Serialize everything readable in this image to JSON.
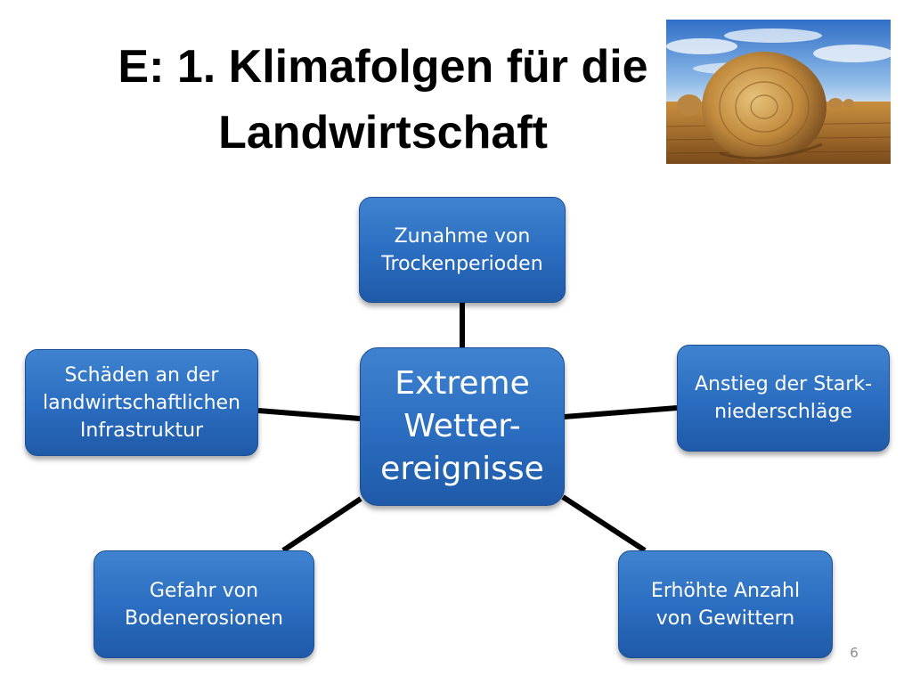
{
  "slide": {
    "title": "E: 1. Klimafolgen für die\nLandwirtschaft",
    "page_number": "6"
  },
  "diagram": {
    "center": "Extreme\nWetter-\nereignisse",
    "nodes": {
      "top": "Zunahme von\nTrockenperioden",
      "right": "Anstieg der Stark-\nniederschläge",
      "bottom_right": "Erhöhte Anzahl\nvon Gewittern",
      "bottom_left": "Gefahr von\nBodenerosionen",
      "left": "Schäden an der\nlandwirtschaftlichen\nInfrastruktur"
    }
  },
  "colors": {
    "node_fill": "#2a6cbf",
    "connector": "#000000",
    "page_number": "#8a8a8a"
  },
  "image": {
    "subject": "hay-bale-field-photo"
  }
}
